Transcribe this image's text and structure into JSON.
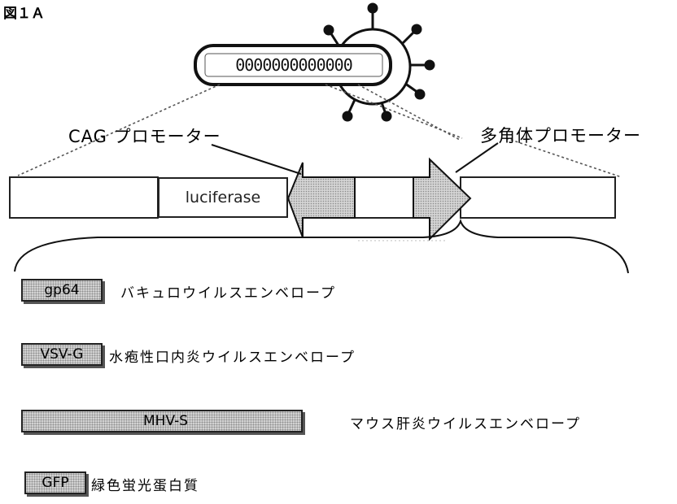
{
  "figure_label": "図１Ａ",
  "virus": {
    "genome_text": "0000000000000"
  },
  "construct": {
    "promoters": {
      "cag": "CAG プロモーター",
      "polyhedrin": "多角体プロモーター"
    },
    "luciferase_label": "luciferase"
  },
  "legend": [
    {
      "box_label": "gp64",
      "description": "バキュロウイルスエンベロープ"
    },
    {
      "box_label": "VSV-G",
      "description": "水疱性口内炎ウイルスエンベロープ"
    },
    {
      "box_label": "MHV-S",
      "description": "マウス肝炎ウイルスエンベロープ"
    },
    {
      "box_label": "GFP",
      "description": "緑色蛍光蛋白質"
    }
  ]
}
